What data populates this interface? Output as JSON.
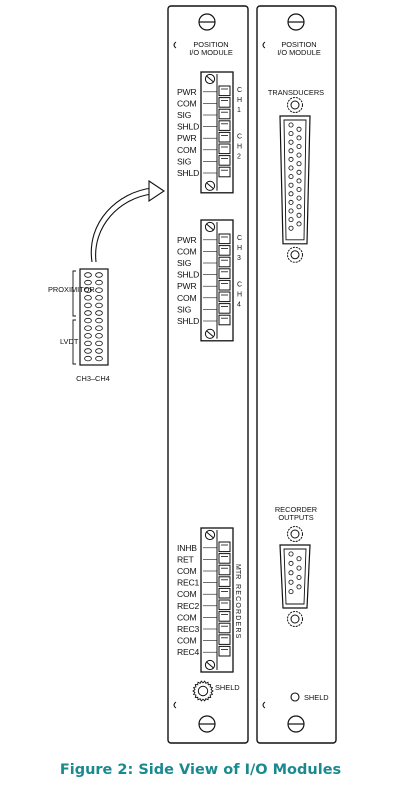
{
  "figure": {
    "caption": "Figure 2:  Side View of I/O Modules",
    "caption_color": "#1b8a8f"
  },
  "left_module": {
    "title": "POSITION I/O MODULE",
    "terminal_block_1": {
      "labels": [
        "PWR",
        "COM",
        "SIG",
        "SHLD",
        "PWR",
        "COM",
        "SIG",
        "SHLD"
      ],
      "channel_top": "CH1",
      "channel_bottom": "CH2"
    },
    "terminal_block_2": {
      "labels": [
        "PWR",
        "COM",
        "SIG",
        "SHLD",
        "PWR",
        "COM",
        "SIG",
        "SHLD"
      ],
      "channel_top": "CH3",
      "channel_bottom": "CH4"
    },
    "terminal_block_3": {
      "labels": [
        "INHB",
        "RET",
        "COM",
        "REC1",
        "COM",
        "REC2",
        "COM",
        "REC3",
        "COM",
        "REC4"
      ],
      "side_text_top": "MTR",
      "side_text_bottom": "RECORDERS"
    },
    "shield_label": "SHELD"
  },
  "inset": {
    "proximitor_label": "PROXIMITOR",
    "lvdt_label": "LVDT",
    "connector_label": "CH3–CH4"
  },
  "right_module": {
    "title": "POSITION I/O MODULE",
    "transducers_label": "TRANSDUCERS",
    "recorder_label": "RECORDER OUTPUTS",
    "shield_label": "SHELD"
  }
}
